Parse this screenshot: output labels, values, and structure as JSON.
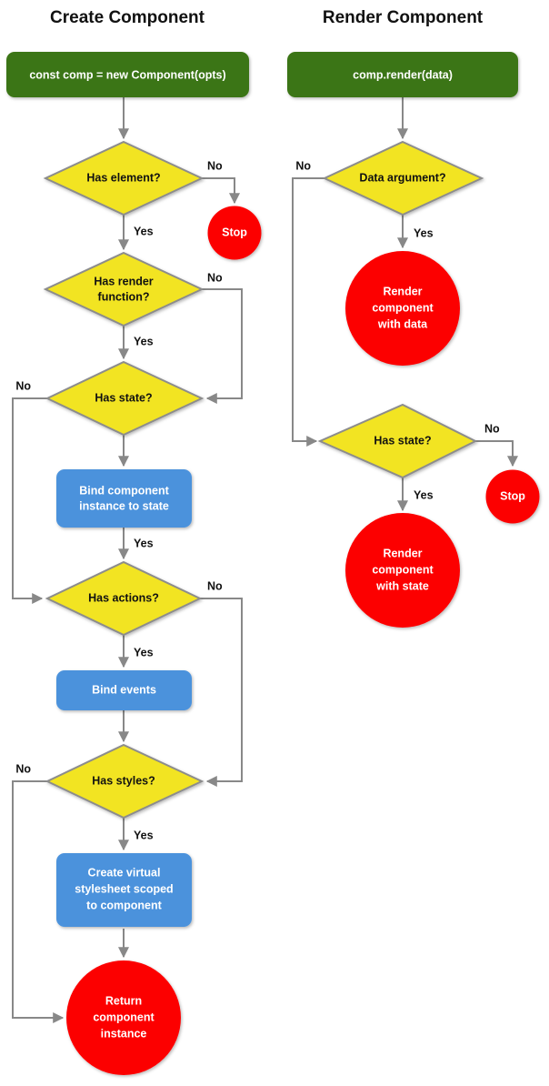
{
  "diagram": {
    "title_left": "Create Component",
    "title_right": "Render Component",
    "colors": {
      "start": "#3b7413",
      "decision": "#f2e422",
      "decision_stroke": "#8c8c8c",
      "process": "#4b92dc",
      "terminal": "#fc0000",
      "edge": "#888888",
      "text_dark": "#111111",
      "text_light": "#ffffff",
      "background": "#ffffff"
    },
    "edge_labels": {
      "yes": "Yes",
      "no": "No"
    }
  },
  "chart_data": {
    "type": "diagram",
    "title": "Component lifecycle flowcharts",
    "columns": [
      {
        "name": "Create Component",
        "nodes": [
          {
            "id": "c-start",
            "shape": "rounded-rect",
            "label": "const comp = new Component(opts)",
            "color": "#3b7413",
            "text_color": "#ffffff"
          },
          {
            "id": "c-d1",
            "shape": "diamond",
            "label": "Has element?",
            "color": "#f2e422",
            "text_color": "#111111"
          },
          {
            "id": "c-stop",
            "shape": "circle",
            "label": "Stop",
            "color": "#fc0000",
            "text_color": "#ffffff"
          },
          {
            "id": "c-d2",
            "shape": "diamond",
            "label": "Has render function?",
            "color": "#f2e422",
            "text_color": "#111111"
          },
          {
            "id": "c-d3",
            "shape": "diamond",
            "label": "Has state?",
            "color": "#f2e422",
            "text_color": "#111111"
          },
          {
            "id": "c-p1",
            "shape": "rounded-rect",
            "label": "Bind component instance to state",
            "color": "#4b92dc",
            "text_color": "#ffffff"
          },
          {
            "id": "c-d4",
            "shape": "diamond",
            "label": "Has actions?",
            "color": "#f2e422",
            "text_color": "#111111"
          },
          {
            "id": "c-p2",
            "shape": "rounded-rect",
            "label": "Bind events",
            "color": "#4b92dc",
            "text_color": "#ffffff"
          },
          {
            "id": "c-d5",
            "shape": "diamond",
            "label": "Has styles?",
            "color": "#f2e422",
            "text_color": "#111111"
          },
          {
            "id": "c-p3",
            "shape": "rounded-rect",
            "label": "Create virtual stylesheet scoped to component",
            "color": "#4b92dc",
            "text_color": "#ffffff"
          },
          {
            "id": "c-end",
            "shape": "circle",
            "label": "Return component instance",
            "color": "#fc0000",
            "text_color": "#ffffff"
          }
        ],
        "edges": [
          {
            "from": "c-start",
            "to": "c-d1",
            "label": ""
          },
          {
            "from": "c-d1",
            "to": "c-stop",
            "label": "No"
          },
          {
            "from": "c-d1",
            "to": "c-d2",
            "label": "Yes"
          },
          {
            "from": "c-d2",
            "to": "c-d3",
            "label": "No"
          },
          {
            "from": "c-d2",
            "to": "c-d3",
            "label": "Yes"
          },
          {
            "from": "c-d3",
            "to": "c-d4",
            "label": "No"
          },
          {
            "from": "c-d3",
            "to": "c-p1",
            "label": ""
          },
          {
            "from": "c-p1",
            "to": "c-d4",
            "label": "Yes"
          },
          {
            "from": "c-d4",
            "to": "c-d5",
            "label": "No"
          },
          {
            "from": "c-d4",
            "to": "c-p2",
            "label": "Yes"
          },
          {
            "from": "c-p2",
            "to": "c-d5",
            "label": ""
          },
          {
            "from": "c-d5",
            "to": "c-end",
            "label": "No"
          },
          {
            "from": "c-d5",
            "to": "c-p3",
            "label": "Yes"
          },
          {
            "from": "c-p3",
            "to": "c-end",
            "label": ""
          }
        ]
      },
      {
        "name": "Render Component",
        "nodes": [
          {
            "id": "r-start",
            "shape": "rounded-rect",
            "label": "comp.render(data)",
            "color": "#3b7413",
            "text_color": "#ffffff"
          },
          {
            "id": "r-d1",
            "shape": "diamond",
            "label": "Data argument?",
            "color": "#f2e422",
            "text_color": "#111111"
          },
          {
            "id": "r-c1",
            "shape": "circle",
            "label": "Render component with data",
            "color": "#fc0000",
            "text_color": "#ffffff"
          },
          {
            "id": "r-d2",
            "shape": "diamond",
            "label": "Has state?",
            "color": "#f2e422",
            "text_color": "#111111"
          },
          {
            "id": "r-stop",
            "shape": "circle",
            "label": "Stop",
            "color": "#fc0000",
            "text_color": "#ffffff"
          },
          {
            "id": "r-c2",
            "shape": "circle",
            "label": "Render component with state",
            "color": "#fc0000",
            "text_color": "#ffffff"
          }
        ],
        "edges": [
          {
            "from": "r-start",
            "to": "r-d1",
            "label": ""
          },
          {
            "from": "r-d1",
            "to": "r-d2",
            "label": "No"
          },
          {
            "from": "r-d1",
            "to": "r-c1",
            "label": "Yes"
          },
          {
            "from": "r-d2",
            "to": "r-stop",
            "label": "No"
          },
          {
            "from": "r-d2",
            "to": "r-c2",
            "label": "Yes"
          }
        ]
      }
    ]
  },
  "nodes": {
    "c_start": "const comp = new Component(opts)",
    "c_d1": "Has element?",
    "c_stop": "Stop",
    "c_d2_line1": "Has render",
    "c_d2_line2": "function?",
    "c_d3": "Has state?",
    "c_p1_line1": "Bind component",
    "c_p1_line2": "instance to state",
    "c_d4": "Has actions?",
    "c_p2": "Bind events",
    "c_d5": "Has styles?",
    "c_p3_line1": "Create virtual",
    "c_p3_line2": "stylesheet scoped",
    "c_p3_line3": "to component",
    "c_end_line1": "Return",
    "c_end_line2": "component",
    "c_end_line3": "instance",
    "r_start": "comp.render(data)",
    "r_d1": "Data argument?",
    "r_c1_line1": "Render",
    "r_c1_line2": "component",
    "r_c1_line3": "with data",
    "r_d2": "Has state?",
    "r_stop": "Stop",
    "r_c2_line1": "Render",
    "r_c2_line2": "component",
    "r_c2_line3": "with state"
  },
  "labels": {
    "l1_no": "No",
    "l1_yes": "Yes",
    "l2_no": "No",
    "l2_yes": "Yes",
    "l3_no": "No",
    "l4_yes": "Yes",
    "l5_no": "No",
    "l5_yes": "Yes",
    "l6_no": "No",
    "l6_yes": "Yes",
    "r1_no": "No",
    "r1_yes": "Yes",
    "r2_no": "No",
    "r2_yes": "Yes"
  }
}
